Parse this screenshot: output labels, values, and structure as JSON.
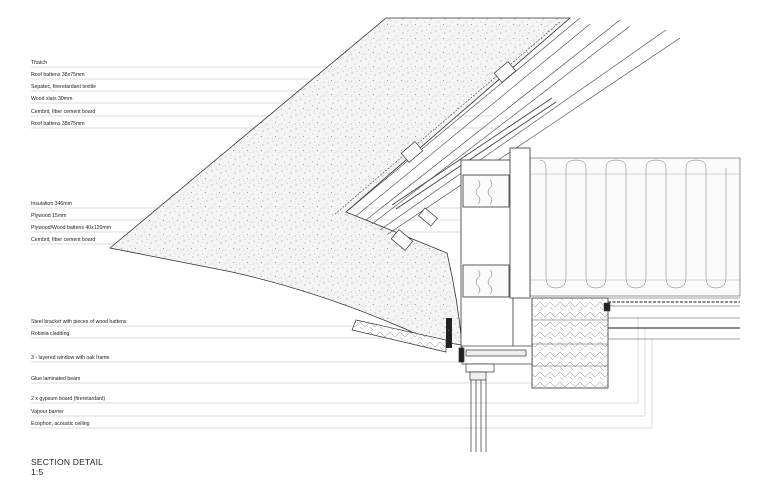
{
  "drawing": {
    "labels": [
      "Thatch",
      "Roof battens 38x75mm",
      "Sepatec, fireretardant textile",
      "Wood slats 30mm",
      "Cembrit, fiber cement board",
      "Roof battens 38x75mm",
      "Insulation 346mm",
      "Plywood 15mm",
      "Plywood/Wood battens 40x120mm",
      "Cembrit, fiber cement board",
      "Steel bracket with pieces of wood battens",
      "Robinia cladding",
      "3 - layered window with oak frame",
      "Glue laminated beam",
      "2 x gypsum board (fireretardant)",
      "Vapour barrier",
      "Ecophon, acoustic ceiling"
    ],
    "title": "SECTION DETAIL",
    "scale": "1:5"
  }
}
